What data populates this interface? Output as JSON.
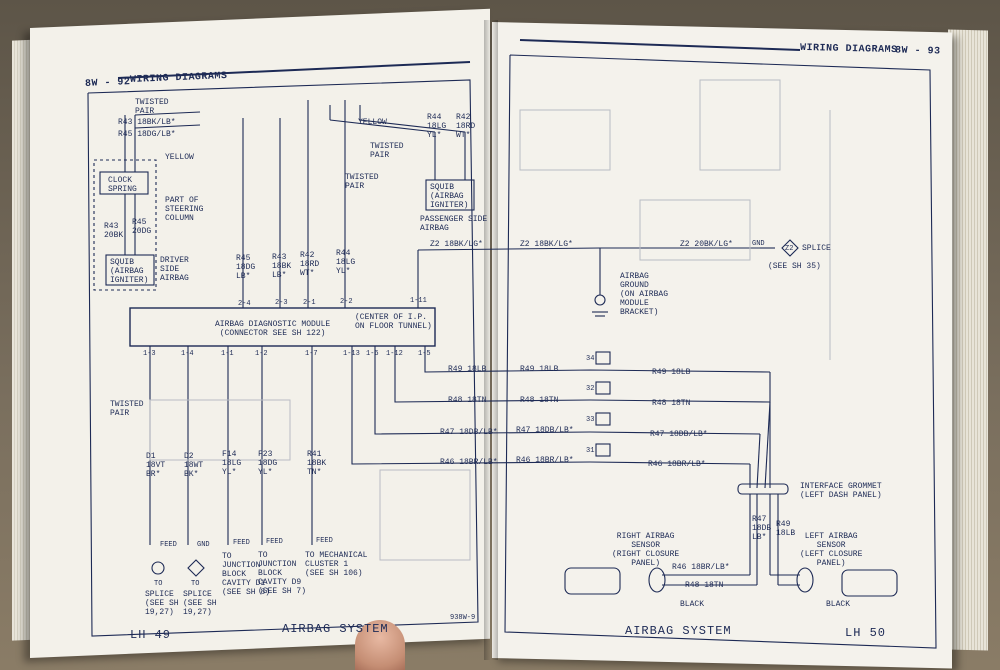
{
  "left_page": {
    "page_number": "8W - 92",
    "section_title": "WIRING DIAGRAMS",
    "labels": {
      "twisted_pair_top": "TWISTED\nPAIR",
      "r43_top": "R43 18BK/LB*",
      "r45_top": "R45 18DG/LB*",
      "yellow_left": "YELLOW",
      "clock_spring": "CLOCK\nSPRING",
      "steering_column": "PART OF\nSTEERING\nCOLUMN",
      "r43_20bk": "R43\n20BK",
      "r45_20dg": "R45\n20DG",
      "squib_driver": "SQUIB\n(AIRBAG\nIGNITER)",
      "driver_side": "DRIVER\nSIDE\nAIRBAG",
      "yellow_mid": "YELLOW",
      "r44_top": "R44\n18LG\nYL*",
      "r42_top": "R42\n18RD\nWT*",
      "twisted_pair_mid": "TWISTED\nPAIR",
      "twisted_pair_mid2": "TWISTED\nPAIR",
      "squib_passenger": "SQUIB\n(AIRBAG\nIGNITER)",
      "passenger_side": "PASSENGER SIDE\nAIRBAG",
      "r45_v": "R45\n18DG\nLB*",
      "r43_v": "R43\n18BK\nLB*",
      "r42_v": "R42\n18RD\nWT*",
      "r44_v": "R44\n18LG\nYL*",
      "z2_wire": "Z2 18BK/LG*",
      "pin_2_4": "2-4",
      "pin_2_3": "2-3",
      "pin_2_1": "2-1",
      "pin_2_2": "2-2",
      "pin_1_11": "1-11",
      "module_title": "AIRBAG DIAGNOSTIC MODULE\n(CONNECTOR SEE SH 122)",
      "module_location": "(CENTER OF I.P.\nON FLOOR TUNNEL)",
      "pin_1_3": "1-3",
      "pin_1_4": "1-4",
      "pin_1_1": "1-1",
      "pin_1_2": "1-2",
      "pin_1_7": "1-7",
      "pin_1_13": "1-13",
      "pin_1_6": "1-6",
      "pin_1_12": "1-12",
      "pin_1_5": "1-5",
      "r49_left": "R49 18LB",
      "r48_left": "R48 18TN",
      "r47_left": "R47 18DB/LB*",
      "r46_left": "R46 18BR/LB*",
      "twisted_pair_low": "TWISTED\nPAIR",
      "d1": "D1\n18VT\nBR*",
      "d2": "D2\n18WT\nBK*",
      "f14": "F14\n18LG\nYL*",
      "f23": "F23\n18DG\nYL*",
      "r41": "R41\n18BK\nTN*",
      "feed_1": "FEED",
      "gnd_1": "GND",
      "feed_2": "FEED",
      "feed_3": "FEED",
      "feed_4": "FEED",
      "splice_d1": "SPLICE\n(SEE SH\n19,27)",
      "splice_d2": "SPLICE\n(SEE SH\n19,27)",
      "junction_d1": "TO\nJUNCTION\nBLOCK\nCAVITY D1\n(SEE SH 8)",
      "junction_d9": "TO\nJUNCTION\nBLOCK\nCAVITY D9\n(SEE SH 7)",
      "mech_cluster": "TO MECHANICAL\nCLUSTER 1\n(SEE SH 106)",
      "to_1": "TO",
      "to_2": "TO"
    },
    "footer_tag": "LH 49",
    "footer_title": "AIRBAG SYSTEM",
    "footer_code": "938W-9"
  },
  "right_page": {
    "page_number": "8W - 93",
    "section_title": "WIRING DIAGRAMS",
    "labels": {
      "z2_mid": "Z2 18BK/LG*",
      "z2_right": "Z2 20BK/LG*",
      "gnd": "GND",
      "splice": "SPLICE",
      "z2_badge": "Z2",
      "see_sh35": "(SEE SH 35)",
      "airbag_ground": "AIRBAG\nGROUND\n(ON AIRBAG\nMODULE\nBRACKET)",
      "r49_r": "R49 18LB",
      "r49_far": "R49 18LB",
      "r48_r": "R48 18TN",
      "r48_far": "R48 18TN",
      "r47_r": "R47 18DB/LB*",
      "r47_far": "R47 18DB/LB*",
      "r46_r": "R46 18BR/LB*",
      "r46_far": "R46 18BR/LB*",
      "conn_34": "34",
      "conn_32": "32",
      "conn_33": "33",
      "conn_31": "31",
      "grommet": "INTERFACE GROMMET\n(LEFT DASH PANEL)",
      "r47_v": "R47\n18DB\nLB*",
      "r49_v": "R49\n18LB",
      "right_sensor": "RIGHT AIRBAG\nSENSOR\n(RIGHT CLOSURE\nPANEL)",
      "left_sensor": "LEFT AIRBAG\nSENSOR\n(LEFT CLOSURE\nPANEL)",
      "r46_low": "R46 18BR/LB*",
      "r48_low": "R48 18TN",
      "black_r": "BLACK",
      "black_l": "BLACK"
    },
    "footer_title": "AIRBAG SYSTEM",
    "footer_tag": "LH 50"
  },
  "colors": {
    "ink": "#1d2a55",
    "paper": "#f3f1ea",
    "ghost": "#b9bcc4"
  }
}
